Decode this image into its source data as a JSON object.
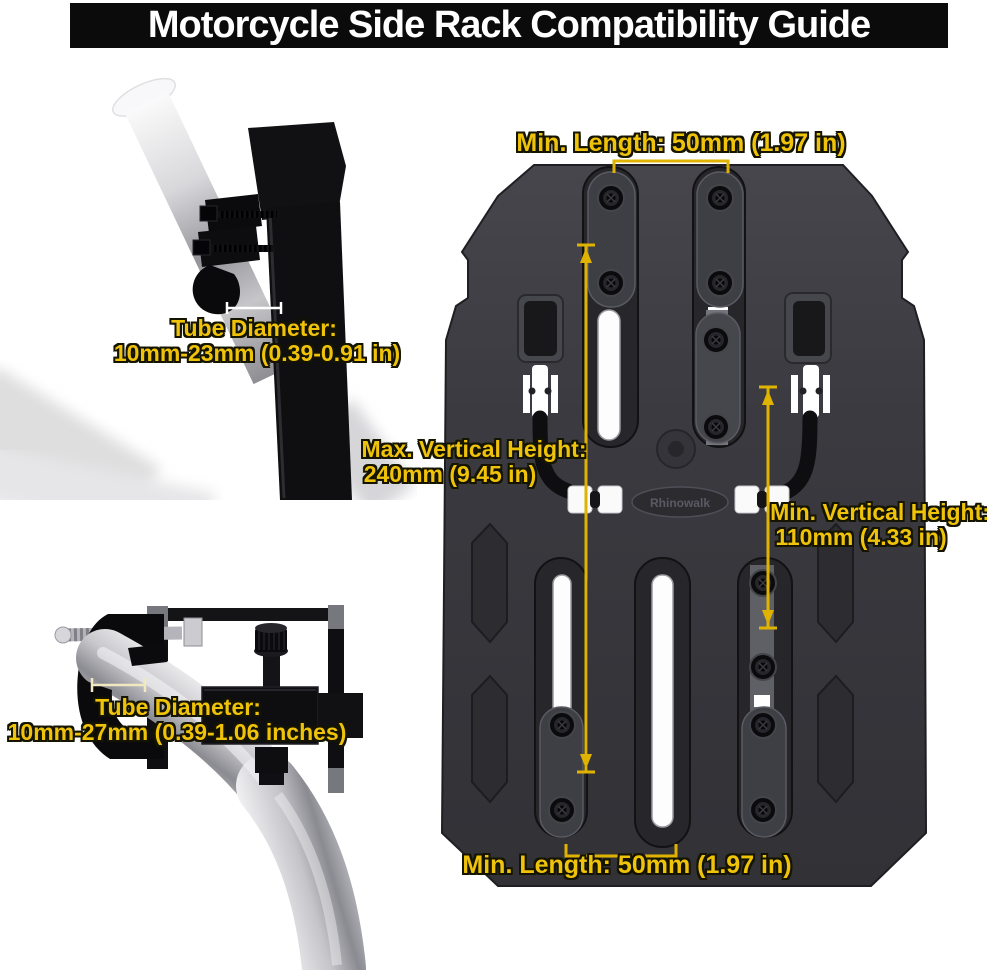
{
  "title": "Motorcycle Side Rack Compatibility Guide",
  "brand": {
    "logo": "Rhinowalk"
  },
  "colors": {
    "accent_yellow_text": "#F0C30B",
    "dimension_line_yellow": "#DFB300",
    "banner_background": "#0B0B0B",
    "banner_text": "#FFFFFF",
    "plate_body": "#3A3A40",
    "hardware_white": "#FFFFFF",
    "tube_silver": "#C9C9CD"
  },
  "annotations": {
    "top_length": "Min. Length: 50mm (1.97 in)",
    "bottom_length": "Min. Length: 50mm (1.97 in)",
    "max_vertical_1": "Max. Vertical Height:",
    "max_vertical_2": "240mm (9.45 in)",
    "min_vertical_1": "Min. Vertical Height:",
    "min_vertical_2": "110mm (4.33 in)",
    "tube_top_1": "Tube Diameter:",
    "tube_top_2": "10mm-23mm (0.39-0.91 in)",
    "tube_bottom_1": "Tube Diameter:",
    "tube_bottom_2": "10mm-27mm (0.39-1.06 inches)"
  }
}
